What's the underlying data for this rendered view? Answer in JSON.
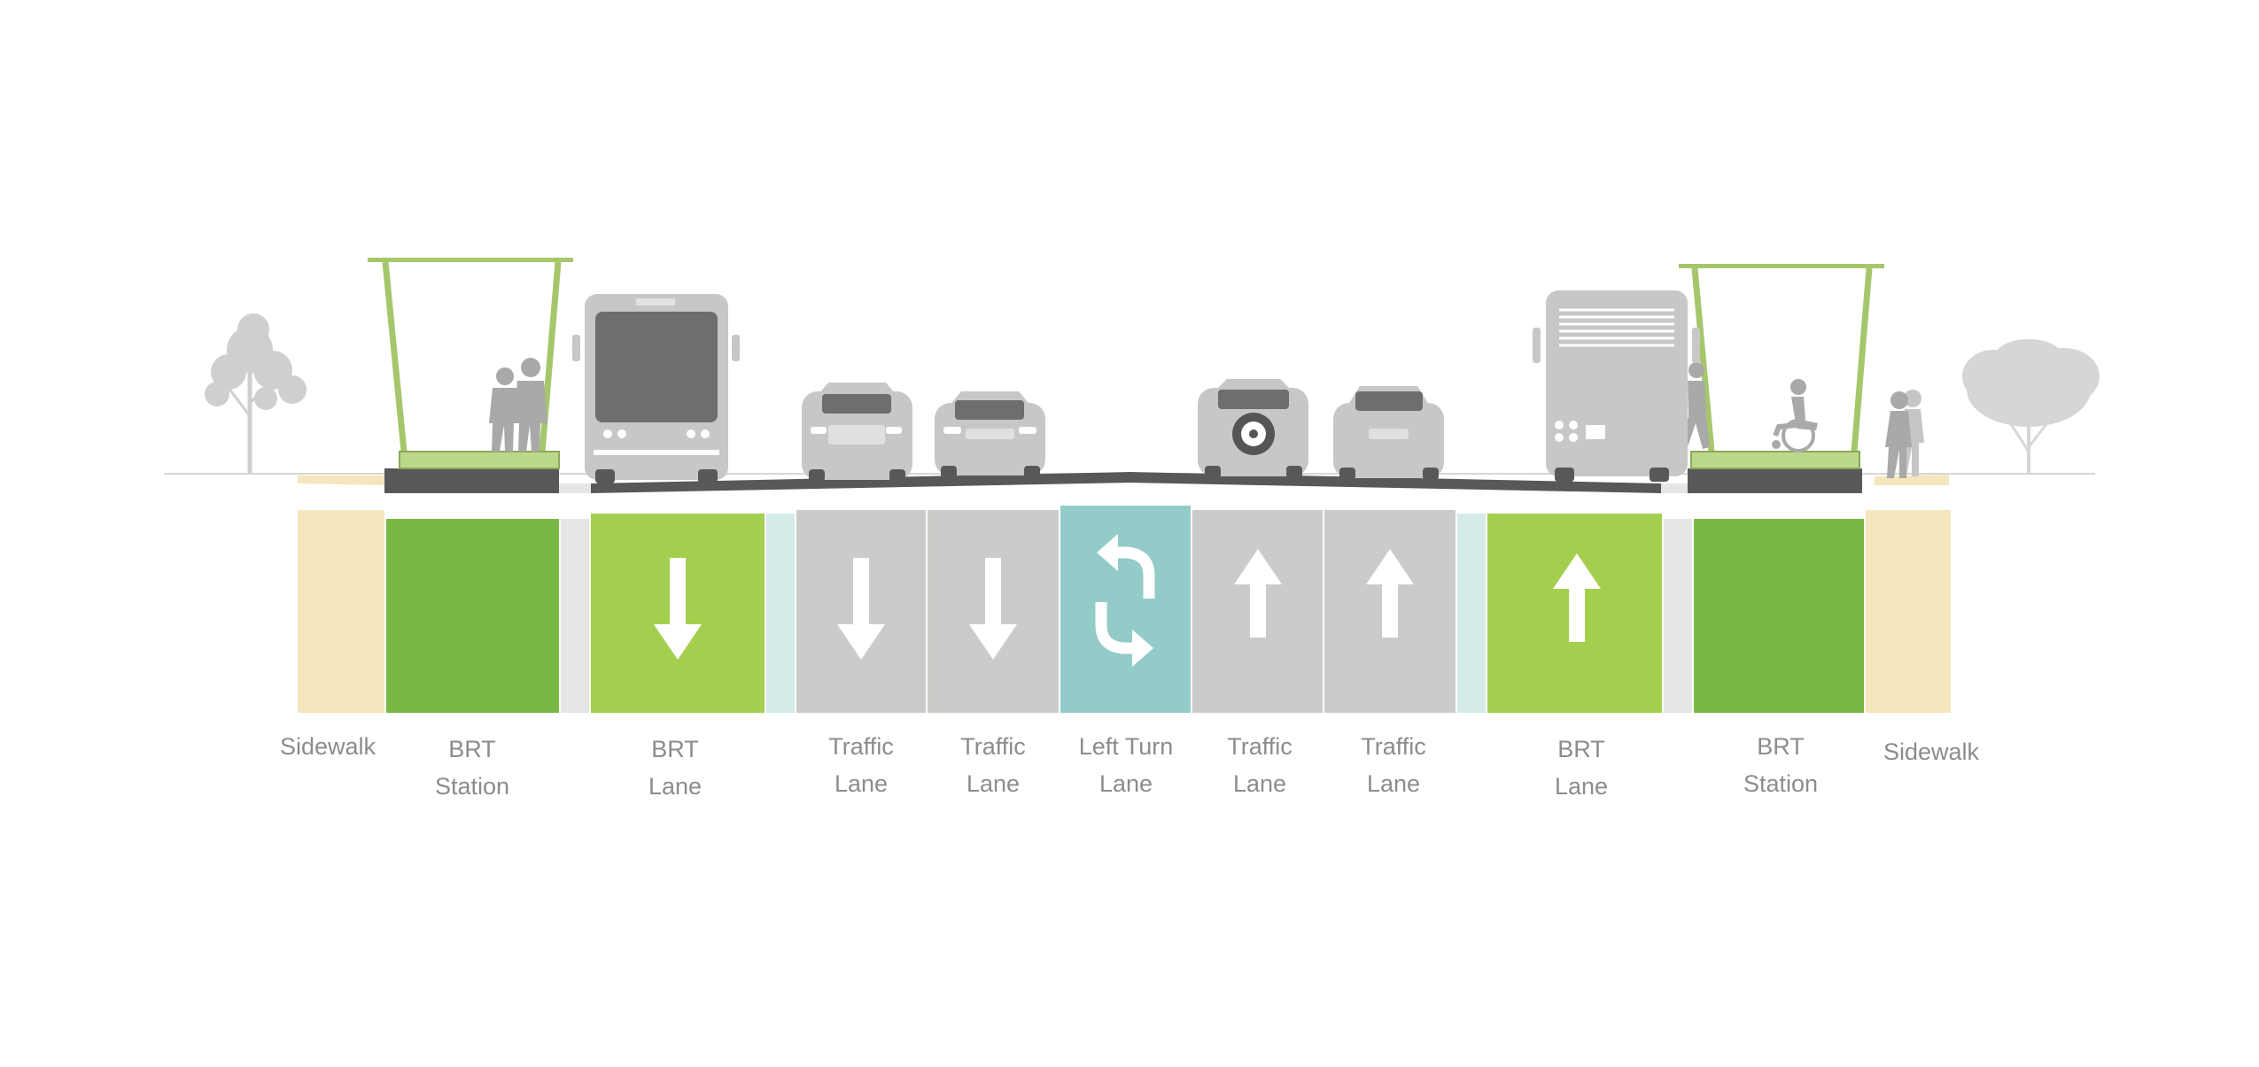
{
  "colors": {
    "sidewalk": "#f5e6bd",
    "station": "#79b843",
    "brt_lane": "#a4cf4e",
    "traffic_lane": "#cbcbc9",
    "left_turn_lane": "#93cbc9",
    "buffer_gray": "#e6e6e6",
    "buffer_teal": "#d5ebea",
    "asphalt": "#585858",
    "vehicle": "#c7c7c7",
    "vehicle_dark": "#6e6e6e",
    "people": "#a9a9a9",
    "tree": "#cfcfcf",
    "shelter_frame": "#a6c66b",
    "label_text": "#8c8c8c"
  },
  "lanes": [
    {
      "id": "sidewalk-left",
      "line1": "Sidewalk",
      "line2": "",
      "kind": "sidewalk",
      "arrow": "none"
    },
    {
      "id": "brt-station-left",
      "line1": "BRT",
      "line2": "Station",
      "kind": "station",
      "arrow": "none"
    },
    {
      "id": "brt-lane-left",
      "line1": "BRT",
      "line2": "Lane",
      "kind": "brt",
      "arrow": "down"
    },
    {
      "id": "traffic-lane-1",
      "line1": "Traffic",
      "line2": "Lane",
      "kind": "traffic",
      "arrow": "down"
    },
    {
      "id": "traffic-lane-2",
      "line1": "Traffic",
      "line2": "Lane",
      "kind": "traffic",
      "arrow": "down"
    },
    {
      "id": "left-turn-lane",
      "line1": "Left Turn",
      "line2": "Lane",
      "kind": "turn",
      "arrow": "turn"
    },
    {
      "id": "traffic-lane-3",
      "line1": "Traffic",
      "line2": "Lane",
      "kind": "traffic",
      "arrow": "up"
    },
    {
      "id": "traffic-lane-4",
      "line1": "Traffic",
      "line2": "Lane",
      "kind": "traffic",
      "arrow": "up"
    },
    {
      "id": "brt-lane-right",
      "line1": "BRT",
      "line2": "Lane",
      "kind": "brt",
      "arrow": "up"
    },
    {
      "id": "brt-station-right",
      "line1": "BRT",
      "line2": "Station",
      "kind": "station",
      "arrow": "none"
    },
    {
      "id": "sidewalk-right",
      "line1": "Sidewalk",
      "line2": "",
      "kind": "sidewalk",
      "arrow": "none"
    }
  ],
  "icons": [
    "tree-icon",
    "bus-shelter-icon",
    "bus-icon",
    "car-icon",
    "suv-icon",
    "pedestrian-icon",
    "wheelchair-user-icon",
    "arrow-down-icon",
    "arrow-up-icon",
    "turn-arrows-icon"
  ]
}
